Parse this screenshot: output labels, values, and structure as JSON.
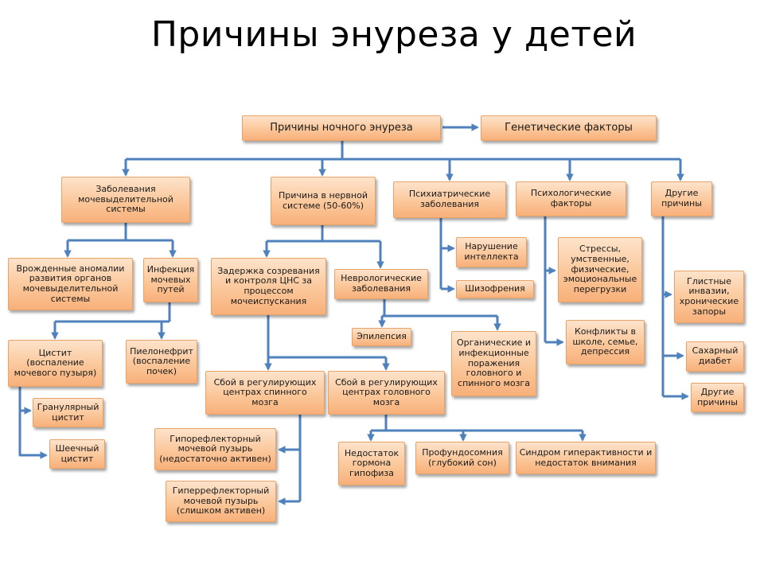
{
  "title": "Причины энуреза у детей",
  "nodes": {
    "root": "Причины ночного энуреза",
    "genetic": "Генетические факторы",
    "urinary": "Заболевания мочевыделительной системы",
    "nervous": "Причина в нервной системе (50-60%)",
    "psychiatric": "Психиатрические заболевания",
    "psychological": "Психологические факторы",
    "other": "Другие причины",
    "congenital": "Врожденные аномалии развития органов мочевыделительной системы",
    "infection": "Инфекция мочевых путей",
    "delay": "Задержка созревания и контроля ЦНС за процессом мочеиспускания",
    "neuro": "Неврологические заболевания",
    "intellect": "Нарушение интеллекта",
    "schizo": "Шизофрения",
    "stress": "Стрессы, умственные, физические, эмоциональные перегрузки",
    "worms": "Глистные инвазии, хронические запоры",
    "cystitis": "Цистит (воспаление мочевого пузыря)",
    "pyelo": "Пиелонефрит (воспаление почек)",
    "epilepsy": "Эпилепсия",
    "organic": "Органические и инфекционные поражения головного и спинного мозга",
    "conflicts": "Конфликты в школе, семье, депрессия",
    "diabetes": "Сахарный диабет",
    "other2": "Другие причины",
    "spinal": "Сбой в регулирующих центрах спинного мозга",
    "brain": "Сбой в регулирующих центрах головного мозга",
    "granular": "Гранулярный цистит",
    "cervical": "Шеечный цистит",
    "hypo": "Гипорефлекторный мочевой пузырь (недостаточно активен)",
    "hyper": "Гиперрефлекторный мочевой пузырь (слишком активен)",
    "hormone": "Недостаток гормона гипофиза",
    "deepsleep": "Профундосомния (глубокий сон)",
    "adhd": "Синдром гиперактивности и недостаток внимания"
  },
  "colors": {
    "box_fill_top": "#fde3cb",
    "box_fill_bottom": "#f8b07a",
    "box_border": "#e8a468",
    "connector": "#4f81bd"
  }
}
